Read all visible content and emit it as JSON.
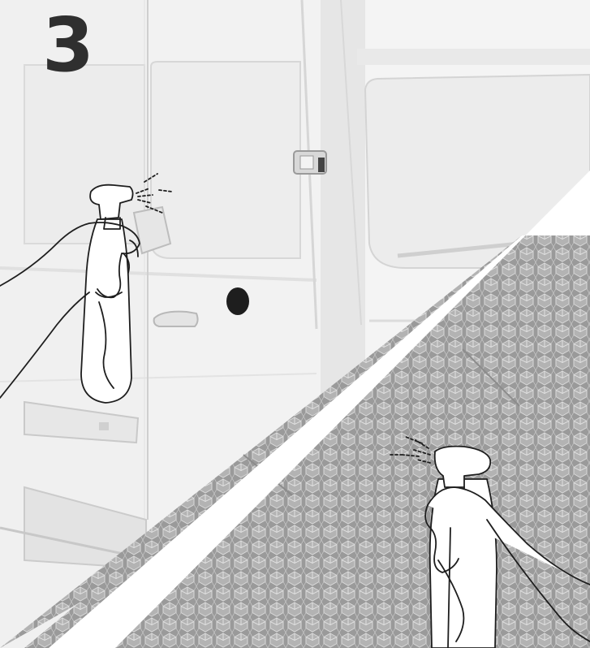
{
  "step": {
    "number": "3"
  },
  "illustration": {
    "upper_panel": "van-rear-door-spray",
    "lower_panel": "reflective-tape-spray",
    "icons": [
      "spray-bottle-icon",
      "hand-icon"
    ]
  },
  "colors": {
    "step_number": "#2f2f2f",
    "van_body": "#f1f1f1",
    "van_panel": "#ebebeb",
    "van_shadow": "#d2d2d2",
    "reflective_tape": "#9c9c9c",
    "line_art": "#1e1e1e"
  }
}
